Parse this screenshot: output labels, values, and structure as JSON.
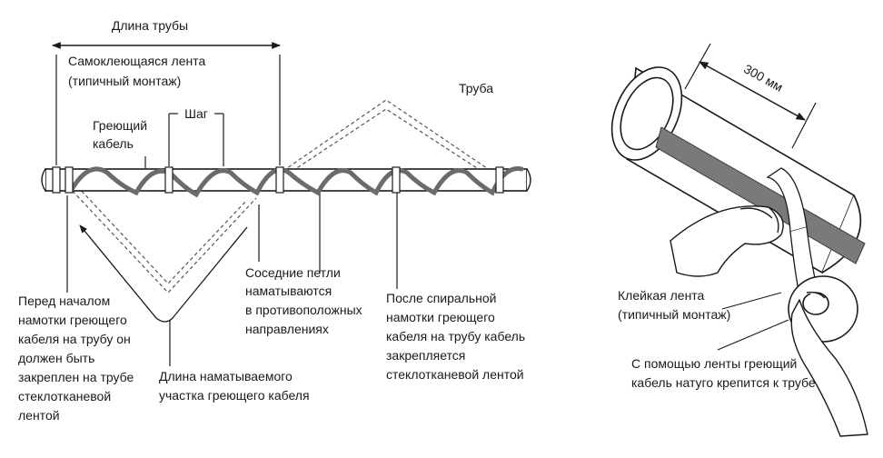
{
  "left_diagram": {
    "pipe_length_label": "Длина трубы",
    "self_adhesive_tape_line1": "Самоклеющаяся лента",
    "self_adhesive_tape_line2": "(типичный монтаж)",
    "pitch_label": "Шаг",
    "heating_cable_line1": "Греющий",
    "heating_cable_line2": "кабель",
    "pipe_label": "Труба",
    "adjacent_loops_line1": "Соседние петли",
    "adjacent_loops_line2": "наматываются",
    "adjacent_loops_line3": "в противоположных",
    "adjacent_loops_line4": "направлениях",
    "before_winding_line1": "Перед началом",
    "before_winding_line2": "намотки греющего",
    "before_winding_line3": "кабеля на трубу он",
    "before_winding_line4": "должен быть",
    "before_winding_line5": "закреплен на трубе",
    "before_winding_line6": "стеклотканевой",
    "before_winding_line7": "лентой",
    "winding_length_line1": "Длина наматываемого",
    "winding_length_line2": "участка греющего кабеля",
    "after_spiral_line1": "После спиральной",
    "after_spiral_line2": "намотки греющего",
    "after_spiral_line3": "кабеля на трубу кабель",
    "after_spiral_line4": "закрепляется",
    "after_spiral_line5": "стеклотканевой лентой"
  },
  "right_diagram": {
    "dimension_label": "300 мм",
    "adhesive_tape_line1": "Клейкая лента",
    "adhesive_tape_line2": "(типичный монтаж)",
    "tape_caption_line1": "С помощью ленты греющий",
    "tape_caption_line2": "кабель натуго крепится к трубе"
  },
  "colors": {
    "line": "#1a1a1a",
    "cable": "#6b6b6b",
    "pipe_fill": "#ffffff",
    "dashed": "#555555"
  }
}
